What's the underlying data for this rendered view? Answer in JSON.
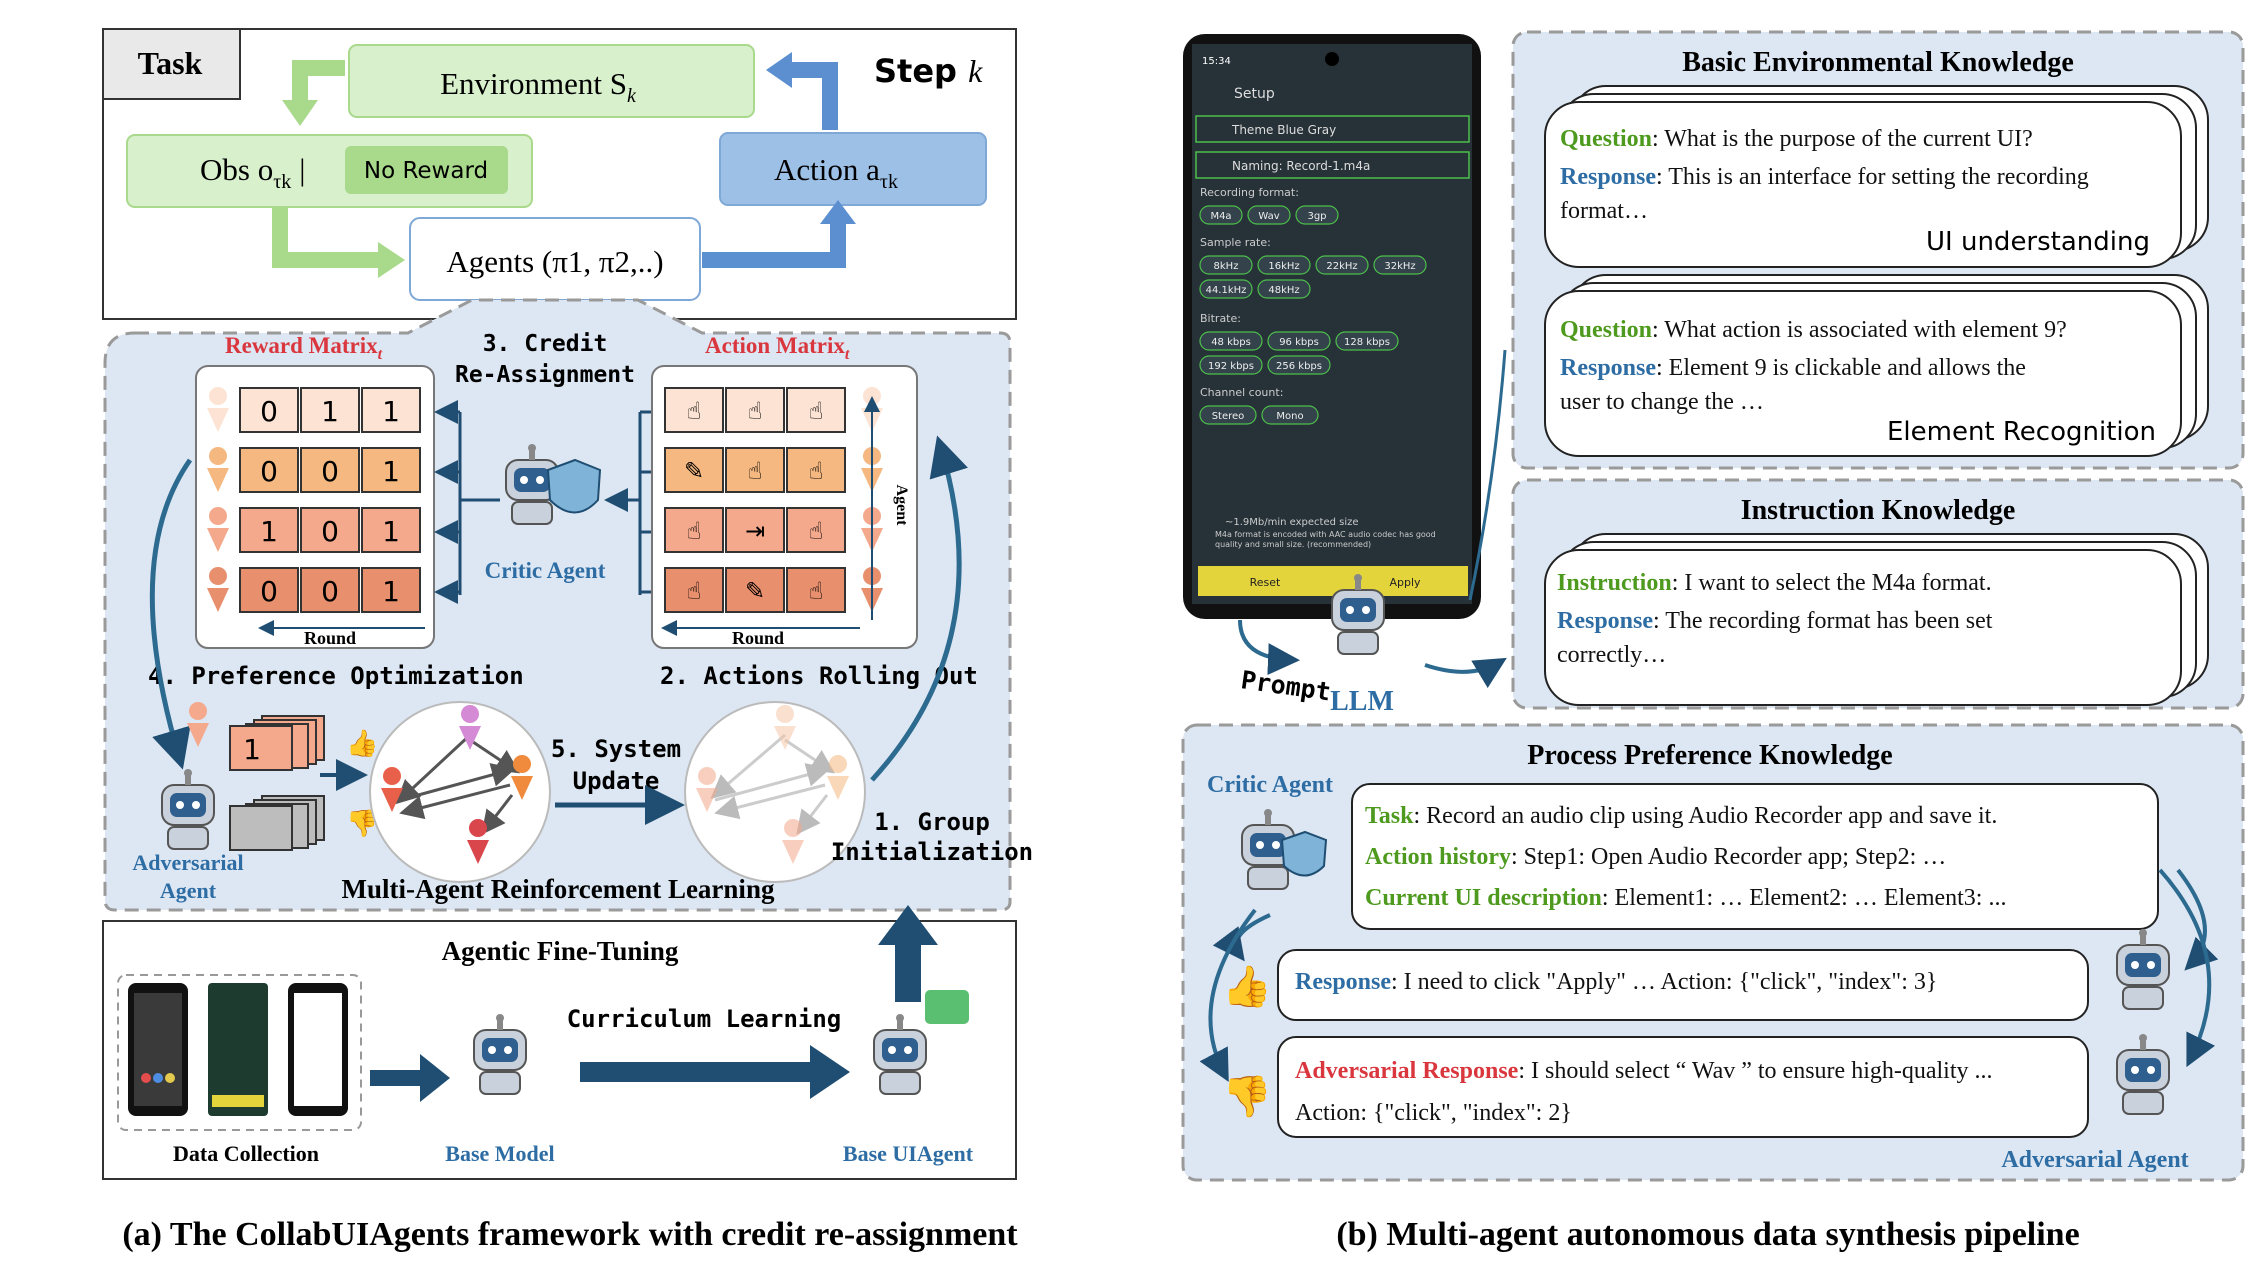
{
  "left": {
    "task_label": "Task",
    "environment_label": "Environment S",
    "environment_sub": "k",
    "step_label": "Step",
    "step_var": "k",
    "obs_label": "Obs o",
    "obs_sub": "τk",
    "obs_sep": "|",
    "no_reward_label": "No Reward",
    "action_label": "Action a",
    "action_sub": "τk",
    "agents_label": "Agents (π1, π2,..)",
    "reward_matrix_title": "Reward Matrix",
    "reward_matrix_sub": "t",
    "action_matrix_title": "Action Matrix",
    "action_matrix_sub": "t",
    "credit_step": "3. Credit",
    "credit_step_2": "Re-Assignment",
    "critic_agent_label": "Critic Agent",
    "round_label_reward": "Round",
    "round_label_action": "Round",
    "agent_axis_label": "Agent",
    "reward_rows": [
      [
        "0",
        "1",
        "1"
      ],
      [
        "0",
        "0",
        "1"
      ],
      [
        "1",
        "0",
        "1"
      ],
      [
        "0",
        "0",
        "1"
      ]
    ],
    "reward_row_colors": [
      "#fde3d3",
      "#f5b880",
      "#f4a98c",
      "#e88f6d"
    ],
    "preference_step": "4. Preference Optimization",
    "actions_step": "2. Actions Rolling Out",
    "system_update_1": "5. System",
    "system_update_2": "Update",
    "group_init_1": "1. Group",
    "group_init_2": "Initialization",
    "adversarial_label_1": "Adversarial",
    "adversarial_label_2": "Agent",
    "marl_label": "Multi-Agent Reinforcement Learning",
    "stack_value": "1",
    "aft_title": "Agentic Fine-Tuning",
    "curriculum_label": "Curriculum Learning",
    "data_collection_label": "Data Collection",
    "base_model_label": "Base Model",
    "base_uiagent_label": "Base UIAgent",
    "caption": "(a) The CollabUIAgents framework with credit re-assignment"
  },
  "right": {
    "phone": {
      "time": "15:34",
      "setup": "Setup",
      "theme": "Theme Blue Gray",
      "naming": "Naming: Record-1.m4a",
      "recording_format": "Recording format:",
      "formats": [
        "M4a",
        "Wav",
        "3gp"
      ],
      "sample_rate": "Sample rate:",
      "rates": [
        "8kHz",
        "16kHz",
        "22kHz",
        "32kHz",
        "44.1kHz",
        "48kHz"
      ],
      "bitrate": "Bitrate:",
      "bitrates": [
        "48 kbps",
        "96 kbps",
        "128 kbps",
        "192 kbps",
        "256 kbps"
      ],
      "channel": "Channel count:",
      "channels": [
        "Stereo",
        "Mono"
      ],
      "expected": "~1.9Mb/min expected size",
      "format_note": "M4a format is encoded with AAC audio codec has good quality and small size. (recommended)",
      "reset": "Reset",
      "apply": "Apply"
    },
    "prompt_label": "Prompt",
    "llm_label": "LLM",
    "basic_title": "Basic Environmental Knowledge",
    "card1_q_key": "Question",
    "card1_q": ": What is the purpose of the current UI?",
    "card1_r_key": "Response",
    "card1_r": ": This is an interface for setting the recording format…",
    "card1_tag": "UI understanding",
    "card2_q_key": "Question",
    "card2_q": ": What action is associated with element 9?",
    "card2_r_key": "Response",
    "card2_r": ": Element 9 is clickable and allows the user to change the …",
    "card2_tag": "Element Recognition",
    "instruction_title": "Instruction Knowledge",
    "card3_i_key": "Instruction",
    "card3_i": ": I want to select the M4a format.",
    "card3_r_key": "Response",
    "card3_r": ": The recording format has been set correctly…",
    "process_title": "Process Preference Knowledge",
    "critic_label": "Critic Agent",
    "task_key": "Task",
    "task_text": ": Record an audio clip using Audio Recorder app and save it.",
    "history_key": "Action history",
    "history_text": ": Step1: Open Audio Recorder app; Step2: …",
    "ui_desc_key": "Current UI description",
    "ui_desc_text": ": Element1: … Element2: … Element3: ...",
    "resp_key": "Response",
    "resp_text": ": I need to click \"Apply\" … Action: {\"click\", \"index\": 3}",
    "adv_key": "Adversarial Response",
    "adv_text": ": I should select “ Wav ” to ensure high-quality ... Action: {\"click\", \"index\": 2}",
    "adversarial_agent_label": "Adversarial Agent",
    "caption": "(b) Multi-agent autonomous data synthesis pipeline"
  },
  "colors": {
    "green_text": "#4e9a1e",
    "red_text": "#d9363e",
    "blue_text": "#2e6da4",
    "panel_blue": "#dde7f3",
    "arrow_dark": "#1f4e72",
    "arrow_green": "#a9d98b",
    "arrow_blue": "#5b8fd0"
  }
}
